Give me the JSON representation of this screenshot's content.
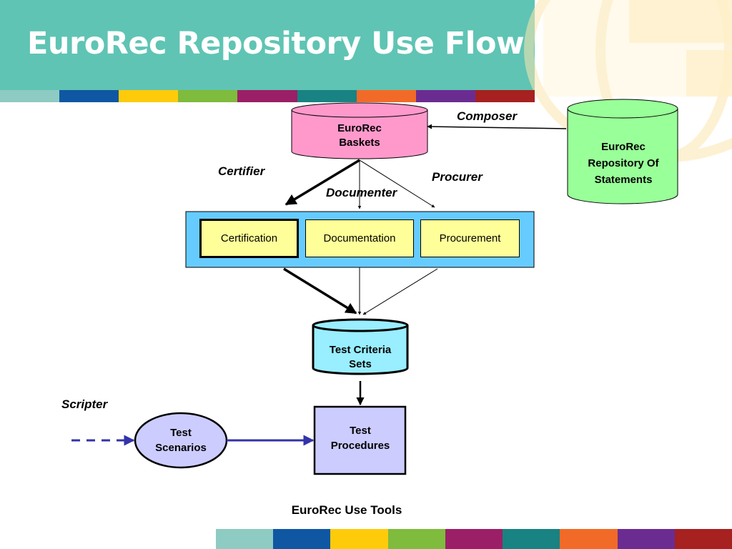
{
  "slide": {
    "title": "EuroRec Repository Use Flow",
    "accent_strip": [
      "#8ecbc2",
      "#0f57a3",
      "#fecb0b",
      "#7fbb3c",
      "#9b1f66",
      "#198282",
      "#f26a27",
      "#6b2c91",
      "#a6211f"
    ]
  },
  "diagram": {
    "nodes": {
      "baskets": {
        "line1": "EuroRec",
        "line2": "Baskets",
        "color": "#ff99cc"
      },
      "repository": {
        "line1": "EuroRec",
        "line2": "Repository Of",
        "line3": "Statements",
        "color": "#99ff99"
      },
      "tools_panel": {
        "caption": "EuroRec Use Tools",
        "color": "#66ccff"
      },
      "certification": "Certification",
      "documentation": "Documentation",
      "procurement": "Procurement",
      "test_criteria": {
        "line1": "Test Criteria",
        "line2": "Sets",
        "color": "#99eeff"
      },
      "test_scenarios": {
        "line1": "Test",
        "line2": "Scenarios",
        "color": "#ccccff"
      },
      "test_procedures": {
        "line1": "Test",
        "line2": "Procedures",
        "color": "#ccccff"
      }
    },
    "roles": {
      "composer": "Composer",
      "certifier": "Certifier",
      "documenter": "Documenter",
      "procurer": "Procurer",
      "scripter": "Scripter"
    }
  }
}
